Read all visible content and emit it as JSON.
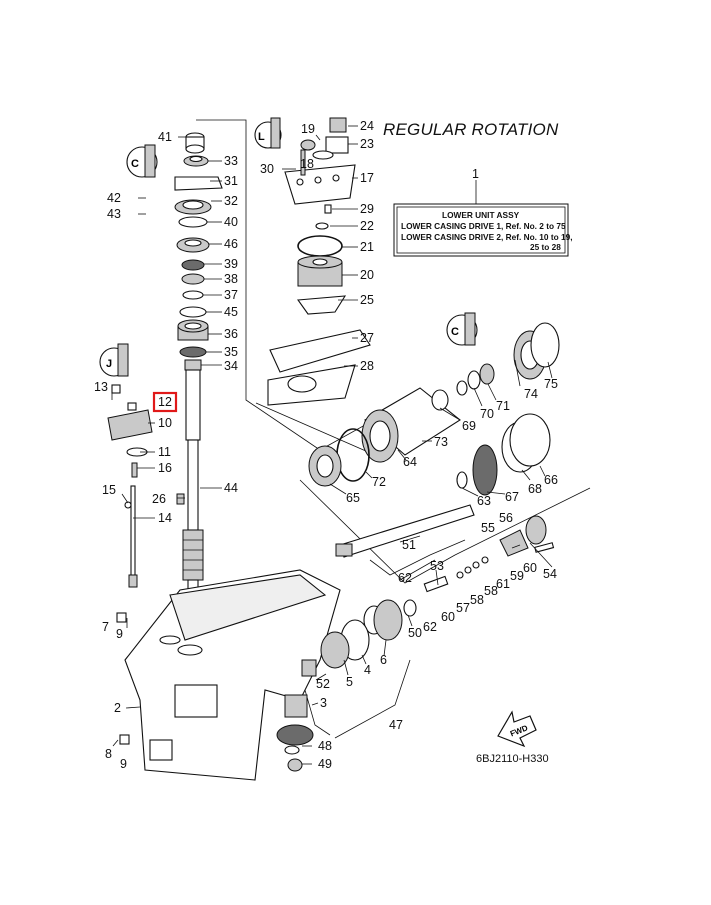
{
  "title": "REGULAR ROTATION",
  "drawing_code": "6BJ2110-H330",
  "direction_arrow": "FWD",
  "highlight_color": "#e01919",
  "assembly_box": {
    "ref": "1",
    "name": "LOWER UNIT ASSY",
    "line1": "LOWER CASING DRIVE 1,  Ref. No. 2 to 75",
    "line2": "LOWER CASING DRIVE 2,  Ref. No. 10 to 19,",
    "line3": "25 to 28"
  },
  "highlighted_part": "12",
  "parts": [
    "2",
    "3",
    "4",
    "5",
    "6",
    "7",
    "8",
    "9",
    "9b",
    "10",
    "11",
    "12",
    "13",
    "14",
    "15",
    "16",
    "17",
    "18",
    "19",
    "20",
    "21",
    "22",
    "23",
    "24",
    "25",
    "26",
    "27",
    "28",
    "29",
    "30",
    "31",
    "32",
    "33",
    "34",
    "35",
    "36",
    "37",
    "38",
    "39",
    "40",
    "41",
    "42",
    "43",
    "44",
    "45",
    "46",
    "47",
    "48",
    "49",
    "50",
    "51",
    "52",
    "53",
    "54",
    "55",
    "56",
    "57",
    "58",
    "59",
    "60",
    "60b",
    "61",
    "62",
    "62b",
    "63",
    "64",
    "65",
    "66",
    "67",
    "68",
    "69",
    "70",
    "71",
    "72",
    "73",
    "74",
    "75"
  ],
  "labels": {
    "2": "2",
    "3": "3",
    "4": "4",
    "5": "5",
    "6": "6",
    "7": "7",
    "8": "8",
    "9": "9",
    "9b": "9",
    "10": "10",
    "11": "11",
    "12": "12",
    "13": "13",
    "14": "14",
    "15": "15",
    "16": "16",
    "17": "17",
    "18": "18",
    "19": "19",
    "20": "20",
    "21": "21",
    "22": "22",
    "23": "23",
    "24": "24",
    "25": "25",
    "26": "26",
    "27": "27",
    "28": "28",
    "29": "29",
    "30": "30",
    "31": "31",
    "32": "32",
    "33": "33",
    "34": "34",
    "35": "35",
    "36": "36",
    "37": "37",
    "38": "38",
    "39": "39",
    "40": "40",
    "41": "41",
    "42": "42",
    "43": "43",
    "44": "44",
    "45": "45",
    "46": "46",
    "47": "47",
    "48": "48",
    "49": "49",
    "50": "50",
    "51": "51",
    "52": "52",
    "53": "53",
    "54": "54",
    "55": "55",
    "56": "56",
    "57": "57",
    "58": "58",
    "59": "59",
    "60": "60",
    "60b": "60",
    "61": "61",
    "62": "62",
    "62b": "62",
    "63": "63",
    "64": "64",
    "65": "65",
    "66": "66",
    "67": "67",
    "68": "68",
    "69": "69",
    "70": "70",
    "71": "71",
    "72": "72",
    "73": "73",
    "74": "74",
    "75": "75"
  }
}
